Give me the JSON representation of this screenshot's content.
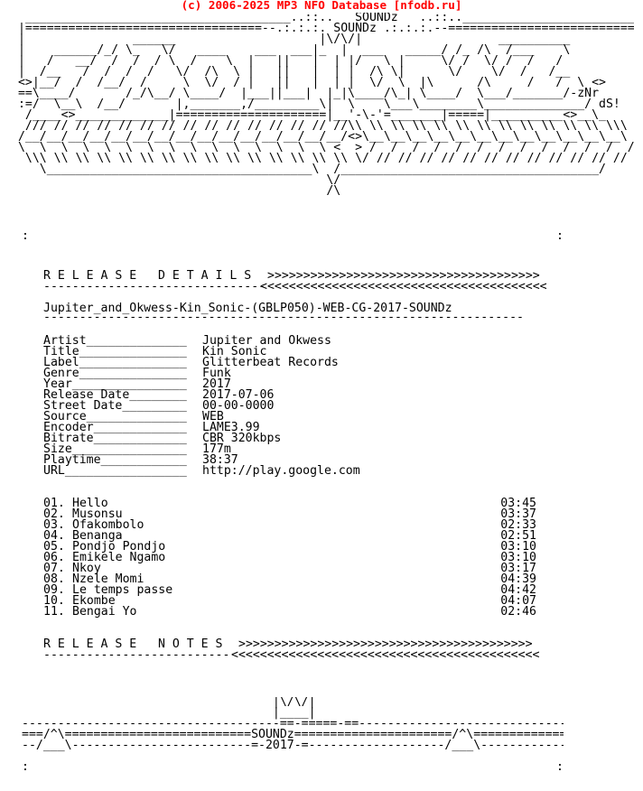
{
  "header": {
    "text": "(c) 2006-2025 MP3 NFO Database [nfodb.ru]",
    "color": "#ff0000"
  },
  "art": {
    "top": "  _____________________________________..::..   SOUNDz   ..::..___________________________\n |=================================--.:.:.:. SOUNDz .:.:.:.--===========================|\n |               ______                    |\\/\\/|                   __________            |\n |    ______/_/ \\_   \\/   ____    ___  ___|_  |  ___   _____/ /_ /\\  /___    \\           |\n |   /   __/  /  /  / \\  /    \\  |   ||   |  | |/   \\ |     \\/ /  \\/ /  /   /            |\n |  /__   /  /  /  /   \\/  /\\  \\ |   ||   |  | |  /\\ \\|      \\/    \\/  /   /__           |\n <>|__/  /  /__/  /     \\  \\/  / |   ||   |  | |  \\/  \\  |\\      /\\     /   /  \\ <>      |\n ==\\____/       /_/\\__/ \\____/  |___||___|  |_|\\____/\\_| \\____/  \\___/_______/-zNr   \n :=/  \\__\\  /__/       |,_______,/_________\\|  \\    \\___\\________\\______________/ dS!  \n  /____<>_____________|=====================|__'-\\-'=_______|=====|__________<>__\\_    \n  /// // // // // // // // // // // // // // //\\\\ \\\\ \\\\ \\\\ \\\\ \\\\ \\\\ \\\\ \\\\ \\\\ \\\\ \\\\ \\\\\\  \n /__/__/__/__/__/__/__/__/__/__/__/__/__/__/__/<>\\__\\__\\__\\__\\__\\__\\__\\__\\__\\__\\__\\__\\  \n \\  \\  \\  \\  \\  \\  \\  \\  \\  \\  \\  \\  \\  \\  \\ <  > /  /  /  /  /  /  /  /  /  /  /  /  /  \n  \\\\\\ \\\\ \\\\ \\\\ \\\\ \\\\ \\\\ \\\\ \\\\ \\\\ \\\\ \\\\ \\\\ \\\\ \\\\ \\/ // // // // // // // // // // // // ///  \n    \\_____________________________________\\  /____________________________________/     \n                                            \\/                                          \n                                            /\\                                          ",
    "side_left": ":\n\n\n\n\n\n\n\n\n\n\n\n\n\n\n\n\n\n\n\n\n\n\n\n\n\n\n\n\n\n\n\n\n\n\n\n\n\n\n\n\n\n\n\n\n\n\n\n\n:",
    "side_right": ":\n\n\n\n\n\n\n\n\n\n\n\n\n\n\n\n\n\n\n\n\n\n\n\n\n\n\n\n\n\n\n\n\n\n\n\n\n\n\n\n\n\n\n\n\n\n\n\n\n:",
    "bottom": "                                   |\\/\\/|                                      \n                                   |____|                                      \n------------------------------------==-=====-==--------------------------------\n===/^\\==========================SOUNDz======================/^\\================\n--/___\\-------------------------=-2017-=-------------------/___\\---------------"
  },
  "release_details": {
    "heading": "R E L E A S E   D E T A I L S",
    "heading_arrows_right": ">>>>>>>>>>>>>>>>>>>>>>>>>>>>>>>>>>>>>>",
    "heading_underline": "-------------------------------",
    "heading_arrows_left": "<<<<<<<<<<<<<<<<<<<<<<<<<<<<<<<<<<<<<<<<",
    "release_name": "Jupiter_and_Okwess-Kin_Sonic-(GBLP050)-WEB-CG-2017-SOUNDz",
    "release_underline": "-------------------------------------------------------------------",
    "fields": [
      {
        "key": "Artist______________",
        "value": "Jupiter and Okwess"
      },
      {
        "key": "Title_______________",
        "value": "Kin Sonic"
      },
      {
        "key": "Label_______________",
        "value": "Glitterbeat Records"
      },
      {
        "key": "Genre_______________",
        "value": "Funk"
      },
      {
        "key": "Year________________",
        "value": "2017"
      },
      {
        "key": "Release Date________",
        "value": "2017-07-06"
      },
      {
        "key": "Street Date_________",
        "value": "00-00-0000"
      },
      {
        "key": "Source______________",
        "value": "WEB"
      },
      {
        "key": "Encoder_____________",
        "value": "LAME3.99"
      },
      {
        "key": "Bitrate_____________",
        "value": "CBR 320kbps"
      },
      {
        "key": "Size________________",
        "value": "177m"
      },
      {
        "key": "Playtime____________",
        "value": "38:37"
      },
      {
        "key": "URL_________________",
        "value": "http://play.google.com"
      }
    ]
  },
  "tracks": [
    {
      "num": "01.",
      "title": "Hello",
      "duration": "03:45"
    },
    {
      "num": "02.",
      "title": "Musonsu",
      "duration": "03:37"
    },
    {
      "num": "03.",
      "title": "Ofakombolo",
      "duration": "02:33"
    },
    {
      "num": "04.",
      "title": "Benanga",
      "duration": "02:51"
    },
    {
      "num": "05.",
      "title": "Pondjo Pondjo",
      "duration": "03:10"
    },
    {
      "num": "06.",
      "title": "Emikele Ngamo",
      "duration": "03:10"
    },
    {
      "num": "07.",
      "title": "Nkoy",
      "duration": "03:17"
    },
    {
      "num": "08.",
      "title": "Nzele Momi",
      "duration": "04:39"
    },
    {
      "num": "09.",
      "title": "Le temps passe",
      "duration": "04:42"
    },
    {
      "num": "10.",
      "title": "Ekombe",
      "duration": "04:07"
    },
    {
      "num": "11.",
      "title": "Bengai Yo",
      "duration": "02:46"
    }
  ],
  "release_notes": {
    "heading": "R E L E A S E   N O T E S",
    "heading_arrows_right": ">>>>>>>>>>>>>>>>>>>>>>>>>>>>>>>>>>>>>>>>>",
    "heading_underline": "--------------------------",
    "heading_arrows_left": "<<<<<<<<<<<<<<<<<<<<<<<<<<<<<<<<<<<<<<<<<<<"
  }
}
